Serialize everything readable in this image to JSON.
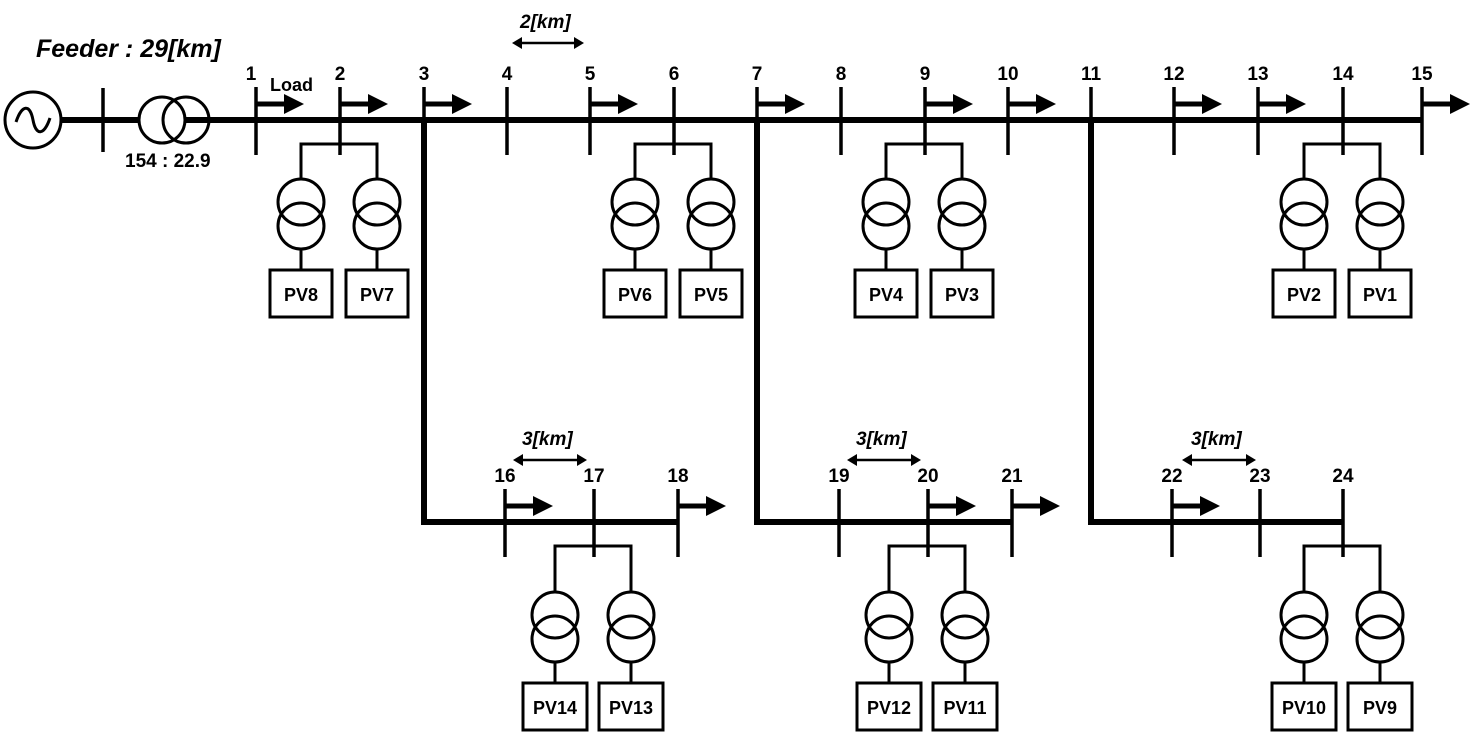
{
  "feeder": {
    "title": "Feeder : 29[km]"
  },
  "transformer": {
    "ratio": "154 : 22.9"
  },
  "load_label": "Load",
  "distances": {
    "main": "2[km]",
    "branch1": "3[km]",
    "branch2": "3[km]",
    "branch3": "3[km]"
  },
  "buses": [
    "1",
    "2",
    "3",
    "4",
    "5",
    "6",
    "7",
    "8",
    "9",
    "10",
    "11",
    "12",
    "13",
    "14",
    "15",
    "16",
    "17",
    "18",
    "19",
    "20",
    "21",
    "22",
    "23",
    "24"
  ],
  "pv_units": [
    "PV1",
    "PV2",
    "PV3",
    "PV4",
    "PV5",
    "PV6",
    "PV7",
    "PV8",
    "PV9",
    "PV10",
    "PV11",
    "PV12",
    "PV13",
    "PV14"
  ],
  "colors": {
    "line": "#000000",
    "background": "#ffffff"
  }
}
